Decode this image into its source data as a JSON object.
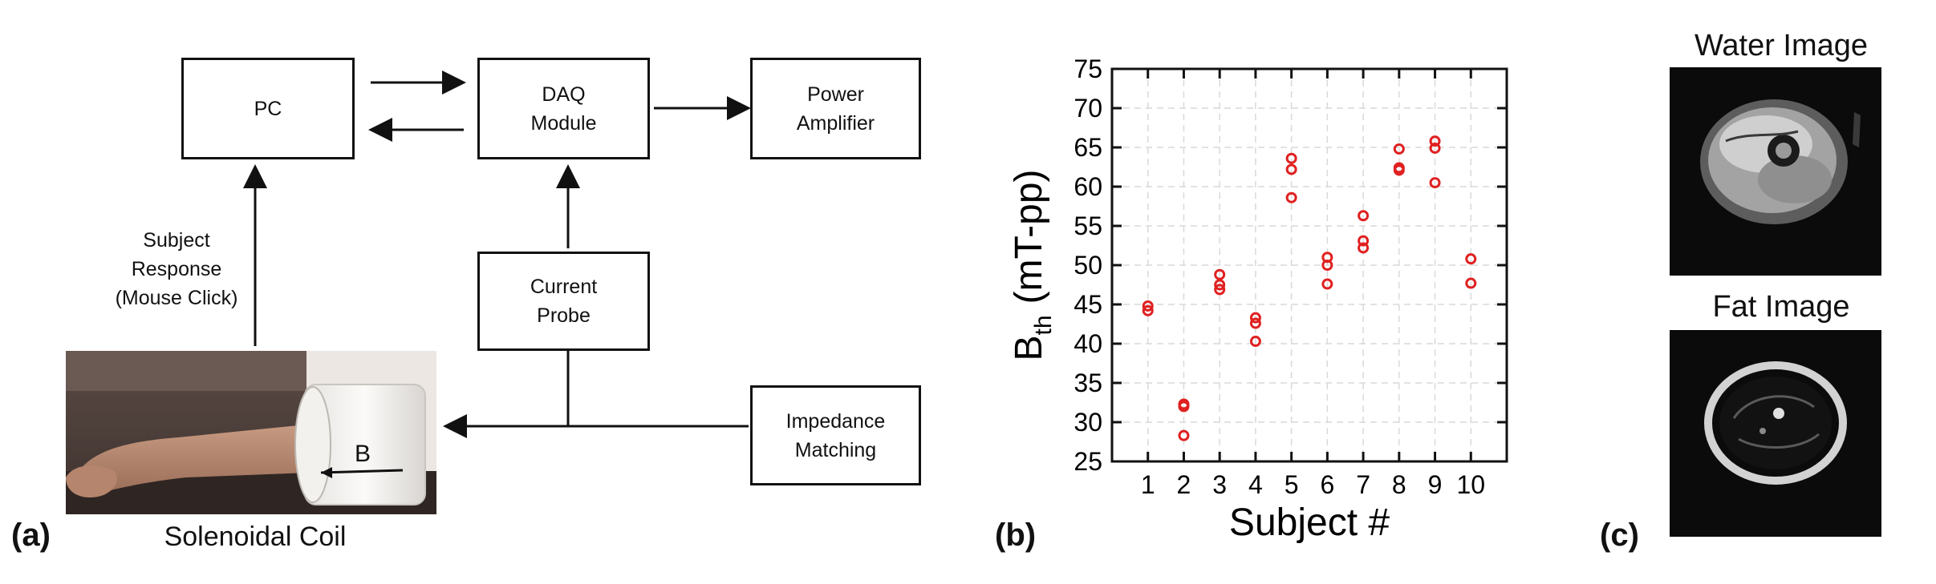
{
  "diagram": {
    "blocks": {
      "pc": "PC",
      "daq_line1": "DAQ",
      "daq_line2": "Module",
      "amp_line1": "Power",
      "amp_line2": "Amplifier",
      "probe_line1": "Current",
      "probe_line2": "Probe",
      "imp_line1": "Impedance",
      "imp_line2": "Matching"
    },
    "response_line1": "Subject",
    "response_line2": "Response",
    "response_line3": "(Mouse Click)",
    "coil_caption": "Solenoidal Coil",
    "field_label": "B",
    "panel_label": "(a)"
  },
  "chart_data": {
    "type": "scatter",
    "xlabel": "Subject #",
    "ylabel_main": "B",
    "ylabel_sub": "th",
    "ylabel_unit": "(mT-pp)",
    "xlim": [
      0,
      11
    ],
    "ylim": [
      25,
      75
    ],
    "xticks": [
      1,
      2,
      3,
      4,
      5,
      6,
      7,
      8,
      9,
      10
    ],
    "yticks": [
      25,
      30,
      35,
      40,
      45,
      50,
      55,
      60,
      65,
      70,
      75
    ],
    "grid": true,
    "marker_color": "#e02020",
    "points": [
      [
        1,
        44.8
      ],
      [
        1,
        44.2
      ],
      [
        2,
        32.3
      ],
      [
        2,
        32.0
      ],
      [
        2,
        28.3
      ],
      [
        3,
        48.8
      ],
      [
        3,
        47.5
      ],
      [
        3,
        46.9
      ],
      [
        4,
        43.3
      ],
      [
        4,
        42.6
      ],
      [
        4,
        40.3
      ],
      [
        5,
        63.6
      ],
      [
        5,
        62.2
      ],
      [
        5,
        58.6
      ],
      [
        6,
        51.0
      ],
      [
        6,
        50.0
      ],
      [
        6,
        47.6
      ],
      [
        7,
        56.3
      ],
      [
        7,
        53.1
      ],
      [
        7,
        52.2
      ],
      [
        8,
        64.8
      ],
      [
        8,
        62.4
      ],
      [
        8,
        62.1
      ],
      [
        9,
        65.8
      ],
      [
        9,
        64.9
      ],
      [
        9,
        60.5
      ],
      [
        10,
        50.8
      ],
      [
        10,
        47.7
      ]
    ],
    "panel_label": "(b)"
  },
  "images": {
    "water_title": "Water Image",
    "fat_title": "Fat Image",
    "panel_label": "(c)"
  }
}
